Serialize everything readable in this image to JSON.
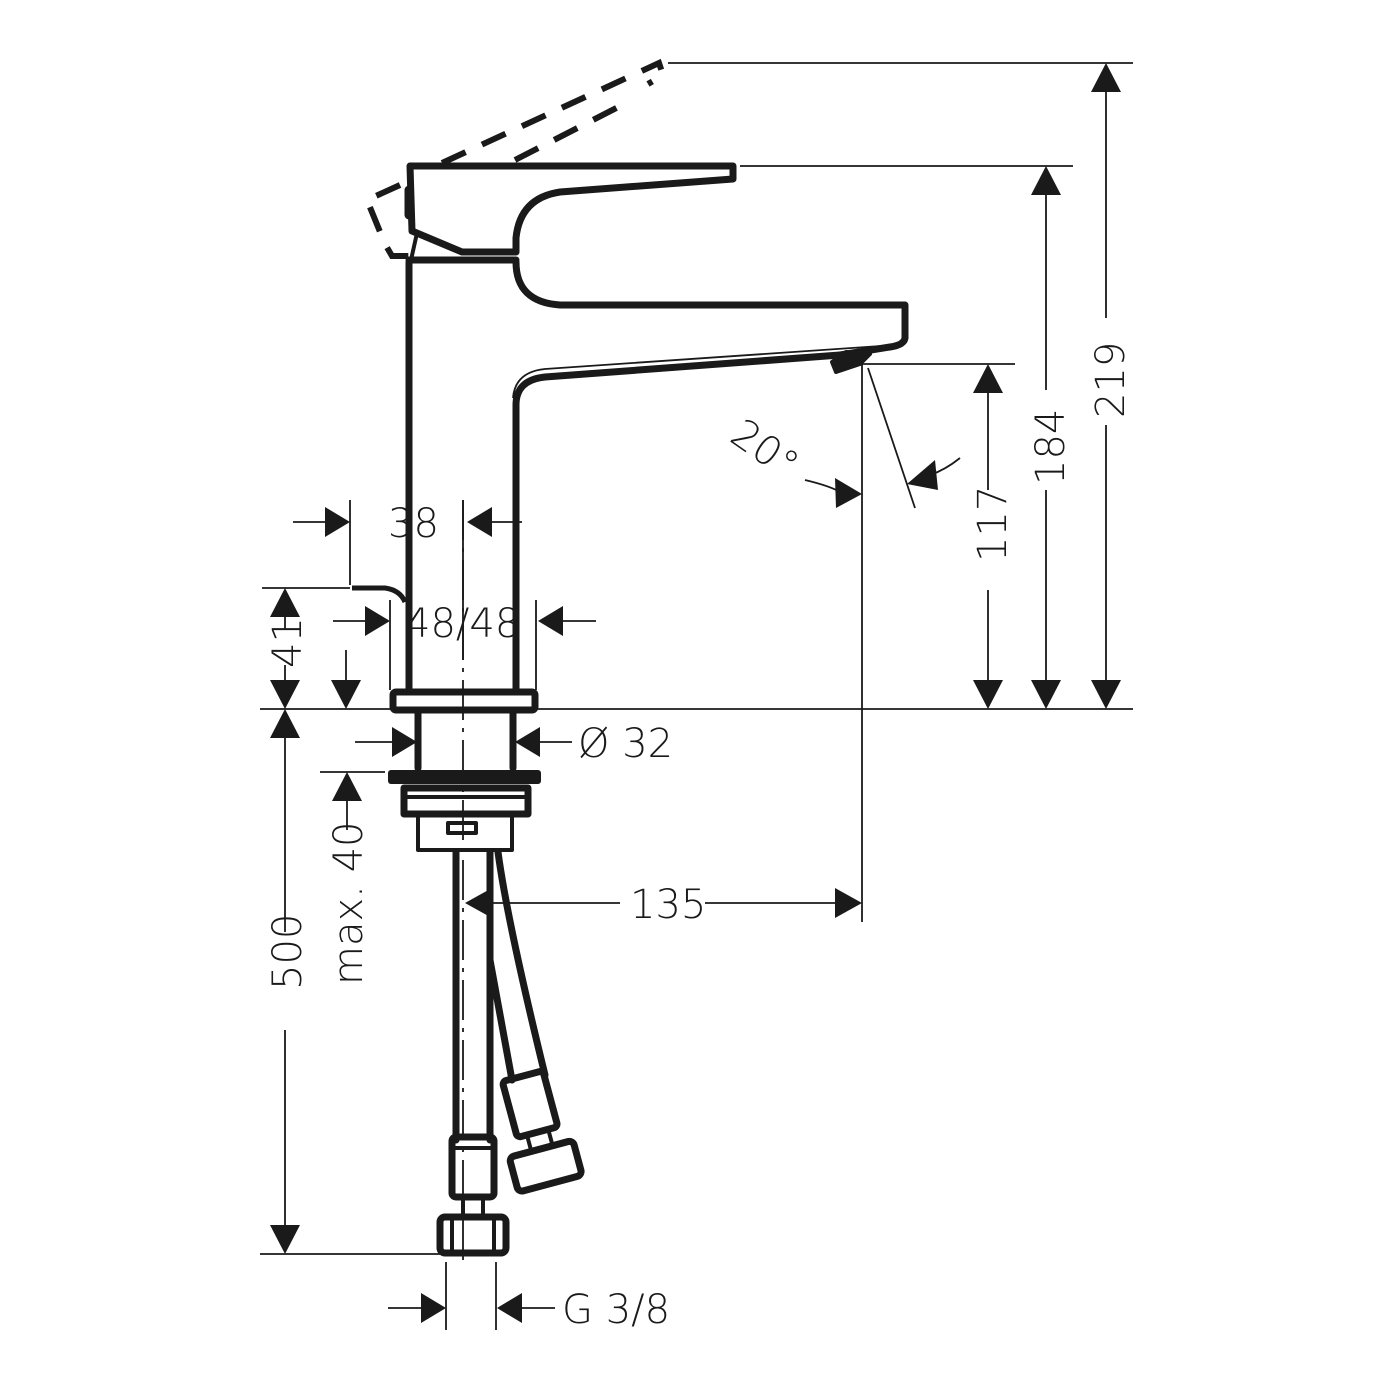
{
  "drawing": {
    "subject": "single-lever basin mixer faucet with pop-up waste, side elevation",
    "units": "mm",
    "line_color": "#1a1a1a",
    "background": "#ffffff"
  },
  "dimensions": {
    "total_height_handle_raised": "219",
    "height_handle_closed": "184",
    "spout_outlet_height": "117",
    "spray_angle": "20°",
    "pop_up_rod_offset": "38",
    "body_width": "48/48",
    "pop_up_rod_height": "41",
    "mounting_hole_diameter": "Ø 32",
    "max_deck_thickness": "max. 40",
    "hose_length": "500",
    "spout_reach": "135",
    "connection_thread": "G 3/8"
  }
}
